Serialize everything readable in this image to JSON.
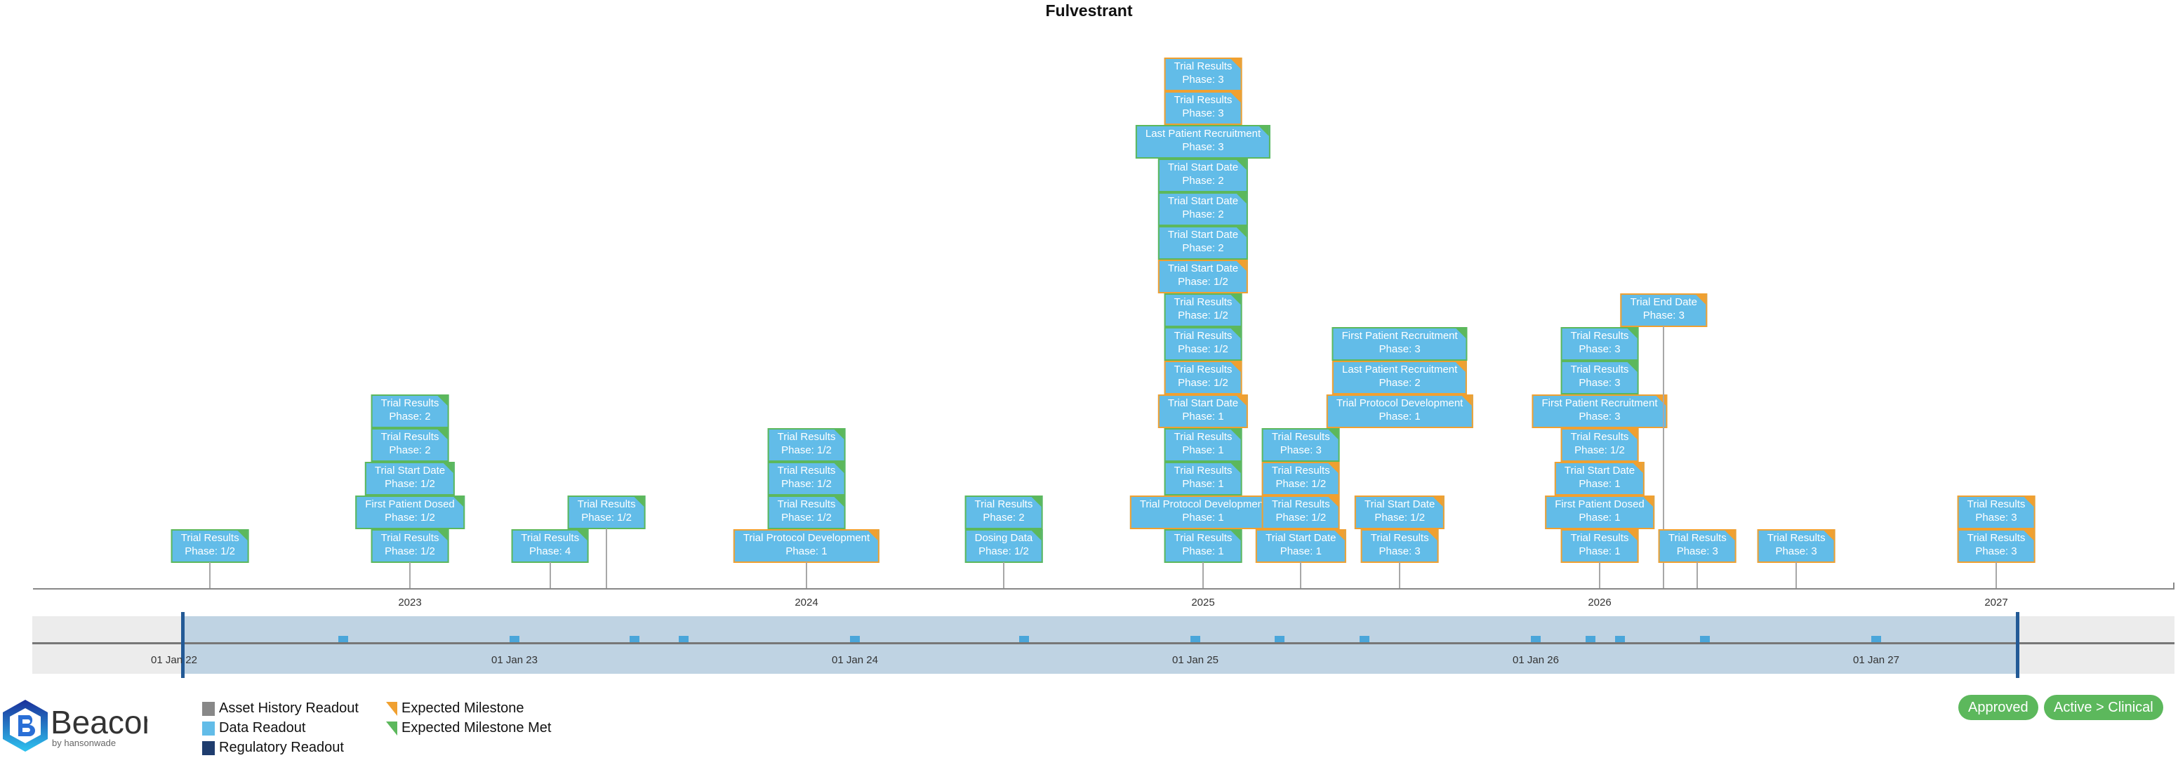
{
  "title": "Fulvestrant",
  "colors": {
    "readout_fill": "#62bce8",
    "met": "#5cb85c",
    "expected": "#f0a030",
    "regulatory": "#235a96",
    "asset_history": "#888888"
  },
  "axis": {
    "years": [
      "2023",
      "2024",
      "2025",
      "2026",
      "2027"
    ]
  },
  "navigator": {
    "labels": [
      "01 Jan 22",
      "01 Jan 23",
      "01 Jan 24",
      "01 Jan 25",
      "01 Jan 26",
      "01 Jan 27"
    ],
    "range": [
      "2022-01-10",
      "2027-06-01"
    ]
  },
  "columns": [
    {
      "date": "2022-07-01",
      "items": [
        {
          "label": "Trial Results",
          "phase": "Phase: 1/2",
          "status": "met"
        }
      ]
    },
    {
      "date": "2023-01-01",
      "items": [
        {
          "label": "Trial Results",
          "phase": "Phase: 1/2",
          "status": "met"
        },
        {
          "label": "First Patient Dosed",
          "phase": "Phase: 1/2",
          "status": "met"
        },
        {
          "label": "Trial Start Date",
          "phase": "Phase: 1/2",
          "status": "met"
        },
        {
          "label": "Trial Results",
          "phase": "Phase: 2",
          "status": "met"
        },
        {
          "label": "Trial Results",
          "phase": "Phase: 2",
          "status": "met"
        }
      ]
    },
    {
      "date": "2023-05-10",
      "items": [
        {
          "label": "Trial Results",
          "phase": "Phase: 4",
          "status": "met"
        }
      ]
    },
    {
      "date": "2023-07-01",
      "items": [
        {
          "label": "Trial Results",
          "phase": "Phase: 1/2",
          "status": "met"
        }
      ]
    },
    {
      "date": "2024-01-01",
      "items": [
        {
          "label": "Trial Protocol Development",
          "phase": "Phase: 1",
          "status": "expected"
        },
        {
          "label": "Trial Results",
          "phase": "Phase: 1/2",
          "status": "met"
        },
        {
          "label": "Trial Results",
          "phase": "Phase: 1/2",
          "status": "met"
        },
        {
          "label": "Trial Results",
          "phase": "Phase: 1/2",
          "status": "met"
        }
      ]
    },
    {
      "date": "2024-07-01",
      "items": [
        {
          "label": "Dosing Data",
          "phase": "Phase: 1/2",
          "status": "met"
        },
        {
          "label": "Trial Results",
          "phase": "Phase: 2",
          "status": "met"
        }
      ]
    },
    {
      "date": "2025-01-01",
      "items": [
        {
          "label": "Trial Results",
          "phase": "Phase: 1",
          "status": "met"
        },
        {
          "label": "Trial Protocol Development",
          "phase": "Phase: 1",
          "status": "expected"
        },
        {
          "label": "Trial Results",
          "phase": "Phase: 1",
          "status": "met"
        },
        {
          "label": "Trial Results",
          "phase": "Phase: 1",
          "status": "met"
        },
        {
          "label": "Trial Start Date",
          "phase": "Phase: 1",
          "status": "expected"
        },
        {
          "label": "Trial Results",
          "phase": "Phase: 1/2",
          "status": "expected"
        },
        {
          "label": "Trial Results",
          "phase": "Phase: 1/2",
          "status": "met"
        },
        {
          "label": "Trial Results",
          "phase": "Phase: 1/2",
          "status": "met"
        },
        {
          "label": "Trial Start Date",
          "phase": "Phase: 1/2",
          "status": "expected"
        },
        {
          "label": "Trial Start Date",
          "phase": "Phase: 2",
          "status": "met"
        },
        {
          "label": "Trial Start Date",
          "phase": "Phase: 2",
          "status": "met"
        },
        {
          "label": "Trial Start Date",
          "phase": "Phase: 2",
          "status": "met"
        },
        {
          "label": "Last Patient Recruitment",
          "phase": "Phase: 3",
          "status": "met"
        },
        {
          "label": "Trial Results",
          "phase": "Phase: 3",
          "status": "expected"
        },
        {
          "label": "Trial Results",
          "phase": "Phase: 3",
          "status": "expected"
        }
      ]
    },
    {
      "date": "2025-04-01",
      "items": [
        {
          "label": "Trial Start Date",
          "phase": "Phase: 1",
          "status": "expected"
        },
        {
          "label": "Trial Results",
          "phase": "Phase: 1/2",
          "status": "expected"
        },
        {
          "label": "Trial Results",
          "phase": "Phase: 1/2",
          "status": "expected"
        },
        {
          "label": "Trial Results",
          "phase": "Phase: 3",
          "status": "met"
        }
      ]
    },
    {
      "date": "2025-07-01",
      "items": [
        {
          "label": "Trial Results",
          "phase": "Phase: 3",
          "status": "expected"
        },
        {
          "label": "Trial Start Date",
          "phase": "Phase: 1/2",
          "status": "expected"
        },
        {
          "label": "Trial Protocol Development",
          "phase": "Phase: 1",
          "status": "expected"
        },
        {
          "label": "Last Patient Recruitment",
          "phase": "Phase: 2",
          "status": "expected"
        },
        {
          "label": "First Patient Recruitment",
          "phase": "Phase: 3",
          "status": "met"
        }
      ]
    },
    {
      "date": "2026-01-01",
      "items": [
        {
          "label": "Trial Results",
          "phase": "Phase: 1",
          "status": "expected"
        },
        {
          "label": "First Patient Dosed",
          "phase": "Phase: 1",
          "status": "expected"
        },
        {
          "label": "Trial Start Date",
          "phase": "Phase: 1",
          "status": "expected"
        },
        {
          "label": "Trial Results",
          "phase": "Phase: 1/2",
          "status": "expected"
        },
        {
          "label": "First Patient Recruitment",
          "phase": "Phase: 3",
          "status": "expected"
        },
        {
          "label": "Trial Results",
          "phase": "Phase: 3",
          "status": "met"
        },
        {
          "label": "Trial Results",
          "phase": "Phase: 3",
          "status": "met"
        }
      ]
    },
    {
      "date": "2026-03-01",
      "items": [
        {
          "label": "Trial End Date",
          "phase": "Phase: 3",
          "status": "expected"
        }
      ]
    },
    {
      "date": "2026-04-01",
      "items": [
        {
          "label": "Trial Results",
          "phase": "Phase: 3",
          "status": "expected"
        }
      ]
    },
    {
      "date": "2026-07-01",
      "items": [
        {
          "label": "Trial Results",
          "phase": "Phase: 3",
          "status": "expected"
        }
      ]
    },
    {
      "date": "2027-01-01",
      "items": [
        {
          "label": "Trial Results",
          "phase": "Phase: 3",
          "status": "expected"
        },
        {
          "label": "Trial Results",
          "phase": "Phase: 3",
          "status": "expected"
        }
      ]
    }
  ],
  "legend": {
    "asset_history": "Asset History Readout",
    "data_readout": "Data Readout",
    "regulatory": "Regulatory Readout",
    "expected": "Expected Milestone",
    "met": "Expected Milestone Met"
  },
  "logo": {
    "name": "Beacon",
    "byline": "by hansonwade"
  },
  "badges": [
    "Approved",
    "Active > Clinical"
  ]
}
